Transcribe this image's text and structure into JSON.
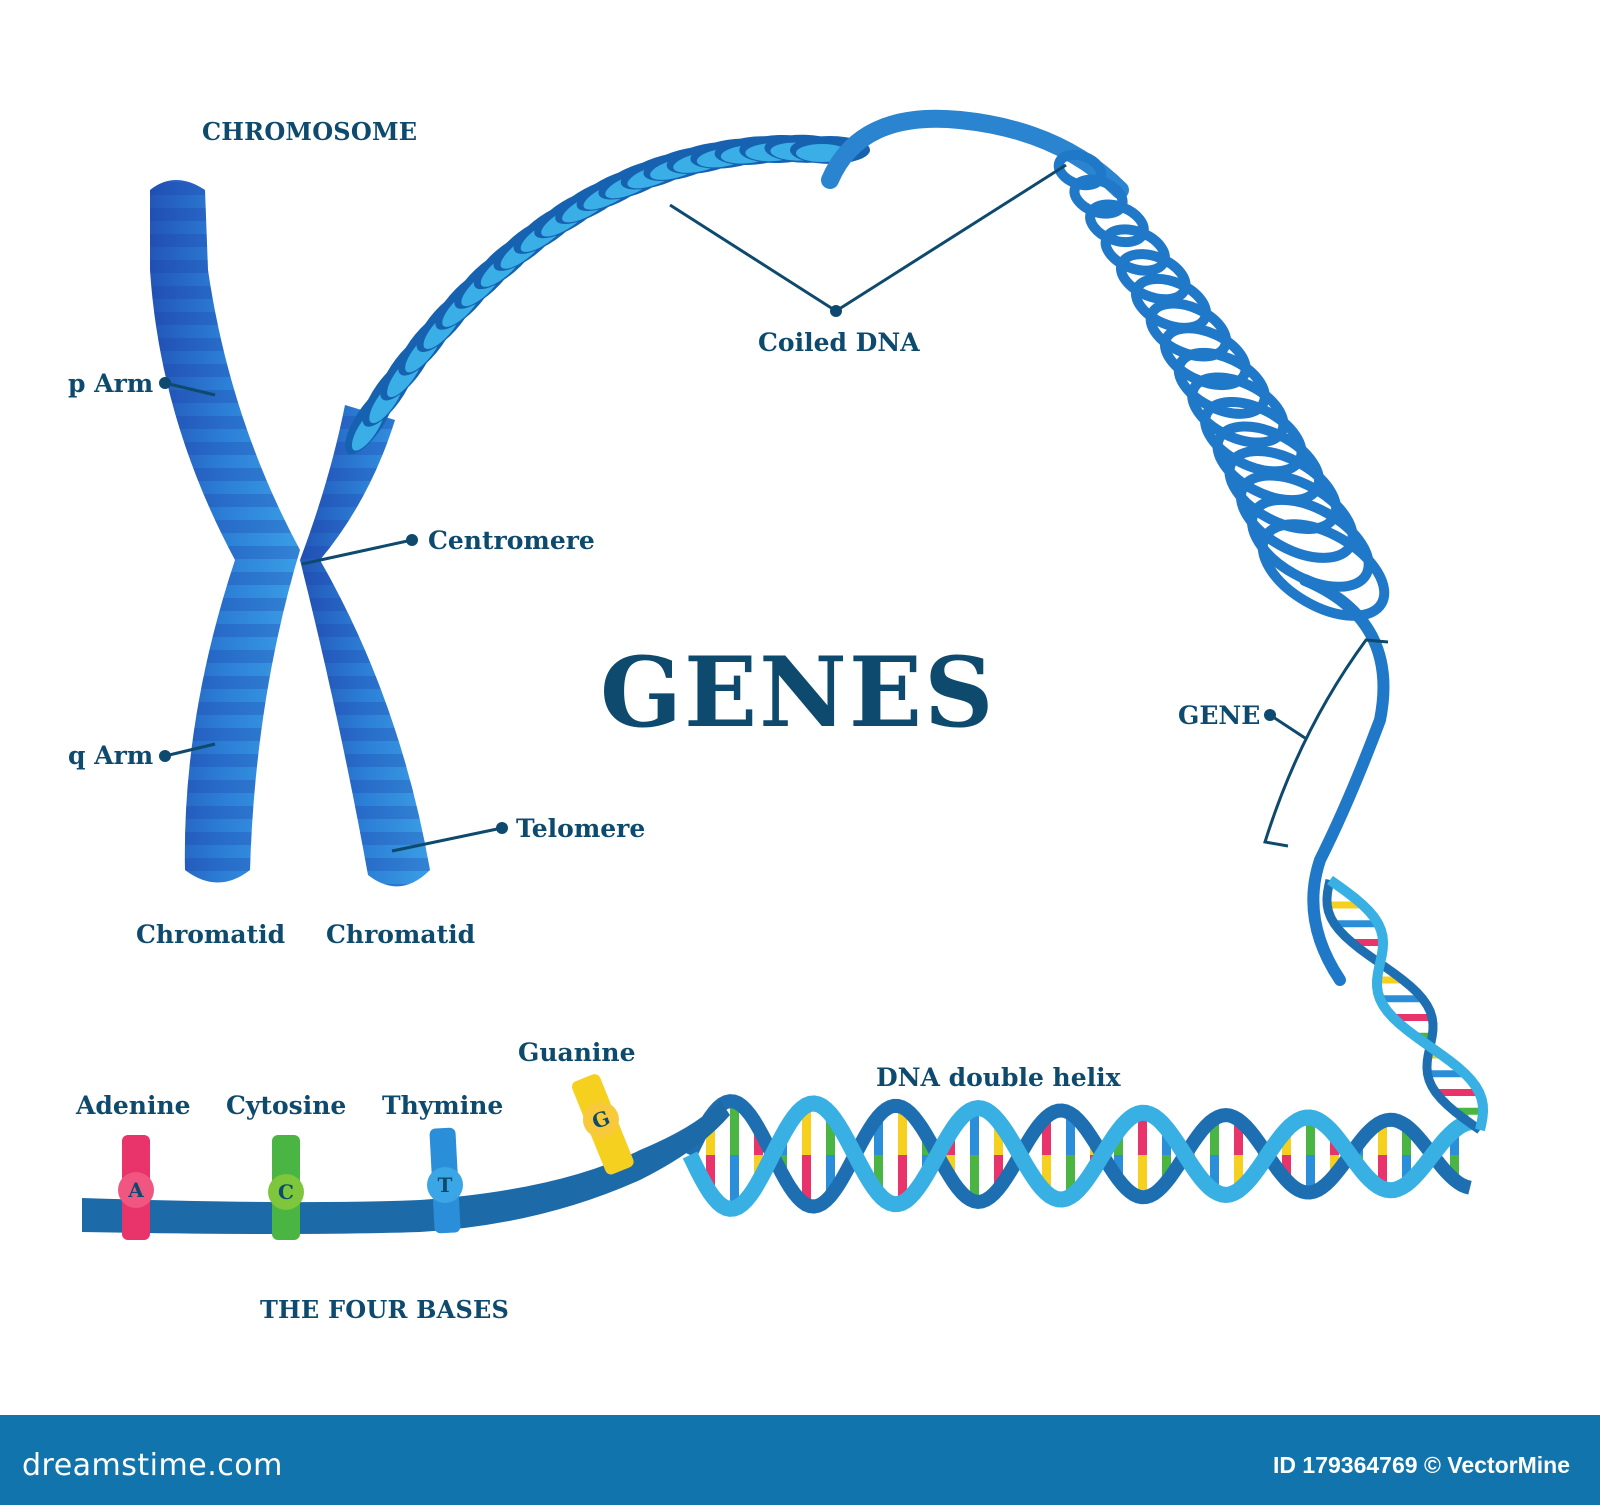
{
  "diagram": {
    "title": "GENES",
    "colors": {
      "label_text": "#0d4a6e",
      "chromosome_blue": "#2c7fd6",
      "chromosome_dark": "#2356b8",
      "coil_dark": "#1662b0",
      "coil_light": "#3aaee6",
      "helix_backbone": "#38b0e3",
      "helix_backbone_dark": "#1d6fb1",
      "adenine": "#e8336b",
      "cytosine": "#4bb543",
      "thymine": "#2a8fd8",
      "guanine": "#f5d01e",
      "footer_bg": "#1174ac"
    },
    "chromosome": {
      "heading": "CHROMOSOME",
      "labels": {
        "p_arm": "p Arm",
        "q_arm": "q Arm",
        "centromere": "Centromere",
        "telomere": "Telomere",
        "chromatid_left": "Chromatid",
        "chromatid_right": "Chromatid"
      }
    },
    "coiled_dna": {
      "label": "Coiled DNA"
    },
    "gene": {
      "label": "GENE"
    },
    "double_helix": {
      "label": "DNA double helix"
    },
    "bases": {
      "heading": "THE FOUR BASES",
      "items": [
        {
          "name": "Adenine",
          "letter": "A"
        },
        {
          "name": "Cytosine",
          "letter": "C"
        },
        {
          "name": "Thymine",
          "letter": "T"
        },
        {
          "name": "Guanine",
          "letter": "G"
        }
      ]
    }
  },
  "footer": {
    "brand": "dreamstime.com",
    "credit": "ID 179364769 © VectorMine"
  }
}
